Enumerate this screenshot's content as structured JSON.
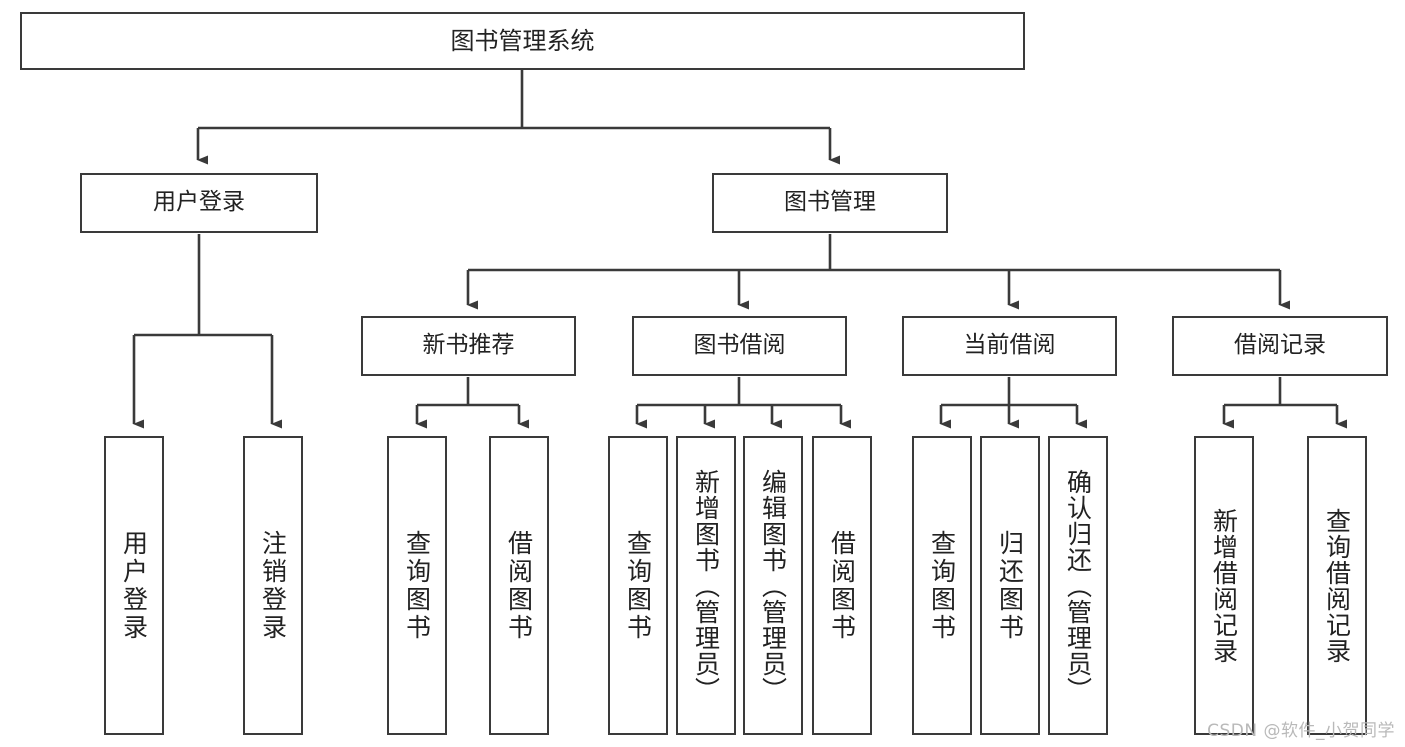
{
  "diagram": {
    "title": "图书管理系统",
    "type": "tree-hierarchy",
    "watermark": "CSDN @软件_小贺同学",
    "colors": {
      "node_border": "#3a3a3a",
      "node_fill": "#ffffff",
      "edge": "#3a3a3a",
      "text": "#222222",
      "watermark": "#b9b9b9",
      "background": "#ffffff"
    },
    "nodes": {
      "root": {
        "label": "图书管理系统"
      },
      "level2": [
        {
          "label": "用户登录"
        },
        {
          "label": "图书管理"
        }
      ],
      "level3": [
        {
          "label": "新书推荐"
        },
        {
          "label": "图书借阅"
        },
        {
          "label": "当前借阅"
        },
        {
          "label": "借阅记录"
        }
      ],
      "leaves_user_login": [
        {
          "label": "用户登录"
        },
        {
          "label": "注销登录"
        }
      ],
      "leaves_new_book": [
        {
          "label": "查询图书"
        },
        {
          "label": "借阅图书"
        }
      ],
      "leaves_borrow": [
        {
          "label": "查询图书"
        },
        {
          "label": "新增图书（管理员）"
        },
        {
          "label": "编辑图书（管理员）"
        },
        {
          "label": "借阅图书"
        }
      ],
      "leaves_current": [
        {
          "label": "查询图书"
        },
        {
          "label": "归还图书"
        },
        {
          "label": "确认归还（管理员）"
        }
      ],
      "leaves_record": [
        {
          "label": "新增借阅记录"
        },
        {
          "label": "查询借阅记录"
        }
      ]
    }
  }
}
